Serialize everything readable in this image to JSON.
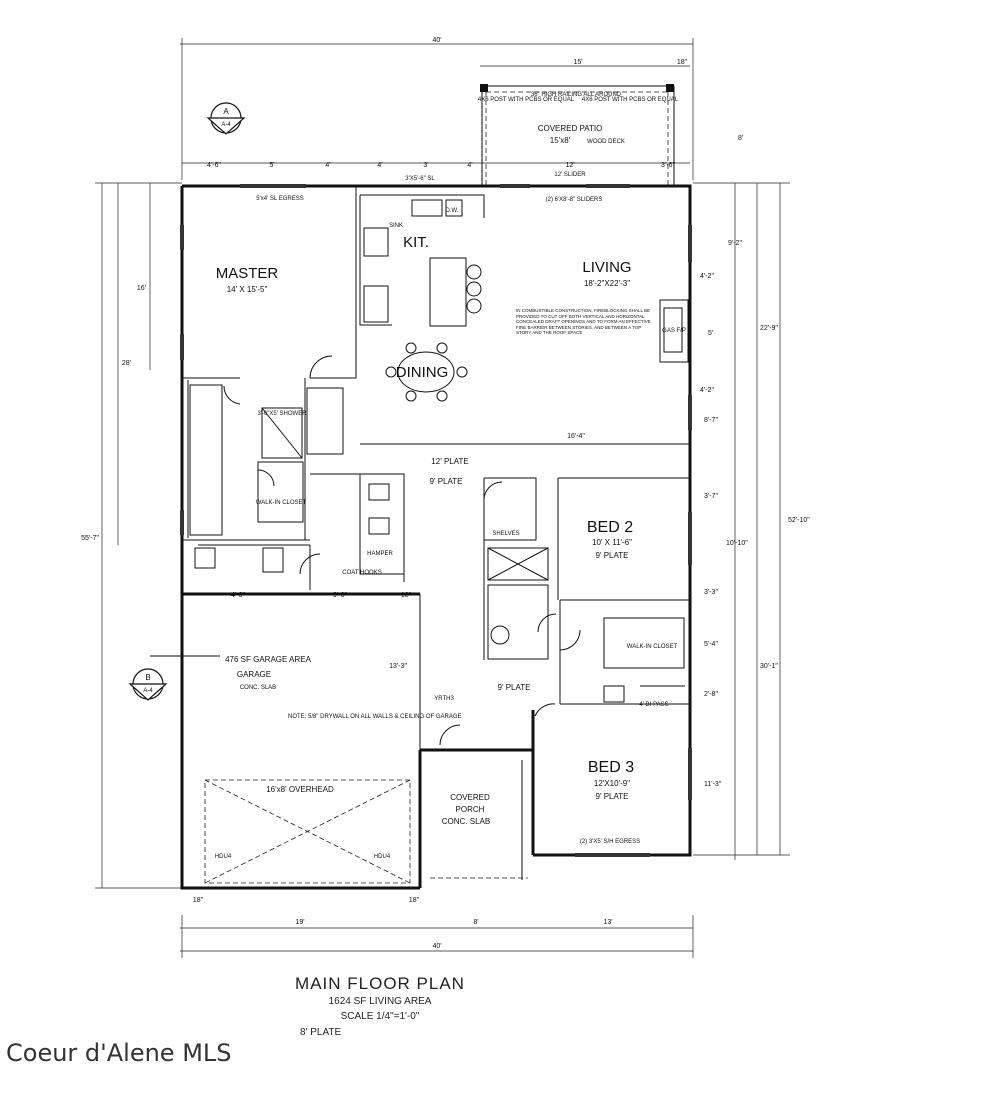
{
  "rooms": {
    "master": {
      "name": "MASTER",
      "size": "14' X 15'-5\""
    },
    "kit": {
      "name": "KIT."
    },
    "living": {
      "name": "LIVING",
      "size": "18'-2\"X22'-3\""
    },
    "dining": {
      "name": "DINING"
    },
    "bed2": {
      "name": "BED 2",
      "size": "10' X 11'-6\"",
      "plate": "9' PLATE"
    },
    "bed3": {
      "name": "BED 3",
      "size": "12'X10'-9\"",
      "plate": "9' PLATE"
    },
    "garage": {
      "area": "476 SF GARAGE AREA",
      "name": "GARAGE",
      "slab": "CONC. SLAB"
    },
    "patio": {
      "name": "COVERED PATIO",
      "size": "15'x8'",
      "deck": "WOOD DECK"
    },
    "porch": {
      "line1": "COVERED",
      "line2": "PORCH",
      "line3": "CONC. SLAB"
    },
    "shower": {
      "label": "3'-6\"X5' SHOWER"
    },
    "walkin_master": {
      "label": "WALK-IN CLOSET"
    },
    "walkin_bed3": {
      "label": "WALK-IN CLOSET"
    },
    "hamper": {
      "label": "HAMPER"
    },
    "shelves": {
      "label": "SHELVES"
    },
    "bipass": {
      "label": "4' BI-PASS"
    }
  },
  "plates": {
    "p12": "12' PLATE",
    "p9_hall": "9' PLATE",
    "p9_center": "9' PLATE"
  },
  "notes": {
    "overhead": "16'x8' OVERHEAD",
    "drywall": "NOTE: 5/8\" DRYWALL ON ALL WALLS & CEILING OF GARAGE",
    "slider": "12' SLIDER",
    "sliders": "(2) 6'X8'-8\" SLIDERS",
    "egress_master": "5'x4' SL EGRESS",
    "egress_bed3": "(2) 3'X5' S/H EGRESS",
    "sink": "SINK",
    "dw": "D.W.",
    "gas": "GAS F/P",
    "hdu_left": "HDU4",
    "hdu_right": "HDU4",
    "yrth": "YRTH3",
    "railing": "36\" HIGH RAILING ALL AROUND",
    "post_left": "4X6 POST WITH PCBS OR EQUAL",
    "post_right": "4X6 POST WITH PCBS OR EQUAL",
    "sl": "3'X5'-6\" SL",
    "coat_hooks": "COAT HOOKS",
    "fireplace_note": "IN COMBUSTIBLE CONSTRUCTION, FIREBLOCKING SHALL BE PROVIDED TO CUT OFF BOTH VERTICAL AND HORIZONTAL CONCEALED DRAFT OPENINGS AND TO FORM AN EFFECTIVE FIRE BARRIER BETWEEN STORIES, AND BETWEEN A TOP STORY AND THE ROOF SPACE"
  },
  "dimensions": {
    "top_overall": "40'",
    "top_patio": "15'",
    "top_patio_right": "18\"",
    "top_segments": [
      "4'-6\"",
      "5'",
      "4'",
      "4'",
      "3'",
      "4'",
      "12'",
      "3'-6\""
    ],
    "bottom_segments": [
      "19'",
      "8'",
      "13'"
    ],
    "bottom_overall": "40'",
    "bottom_left": "18\"",
    "bottom_mid": "18\"",
    "left_overall": "55'-7\"",
    "left_28": "28'",
    "left_16": "16'",
    "left_13": "13'-3\"",
    "right_overall": "52'-10\"",
    "right_2279": "22'-9\"",
    "right_301": "30'-1\"",
    "right_segments": [
      "8'",
      "9'-2\"",
      "4'-2\"",
      "5'",
      "4'-2\"",
      "8'-7\"",
      "3'-7\"",
      "10'-10\"",
      "3'-3\"",
      "5'-4\"",
      "2'-8\"",
      "11'-3\""
    ],
    "living_width": "16'-4\"",
    "hall_18": "18\"",
    "garage_96": "9'-6\"",
    "garage_46": "4'-6\""
  },
  "section_markers": [
    {
      "letter": "A",
      "sheet": "A-4"
    },
    {
      "letter": "B",
      "sheet": "A-4"
    }
  ],
  "caption": {
    "title": "MAIN  FLOOR PLAN",
    "area": "1624 SF LIVING AREA",
    "scale": "SCALE  1/4\"=1'-0\"",
    "plate": "8'  PLATE"
  },
  "watermark": "Coeur d'Alene MLS"
}
